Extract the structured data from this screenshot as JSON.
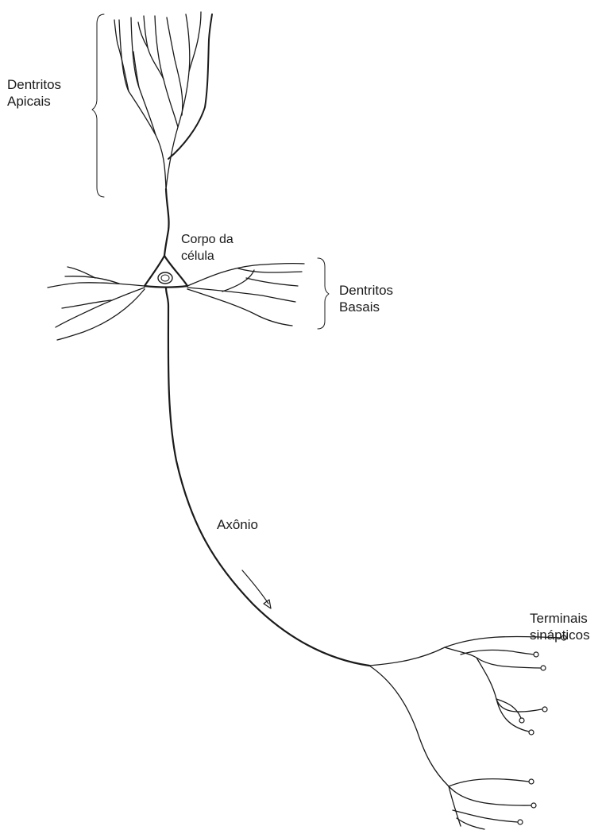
{
  "diagram": {
    "labels": {
      "apical": [
        "Dentritos",
        "Apicais"
      ],
      "soma": [
        "Corpo da",
        "célula"
      ],
      "basal": [
        "Dentritos",
        "Basais"
      ],
      "axon": "Axônio",
      "terminals": [
        "Terminais",
        "sinápticos"
      ]
    },
    "colors": {
      "ink": "#1a1a1a",
      "background": "#ffffff"
    }
  }
}
